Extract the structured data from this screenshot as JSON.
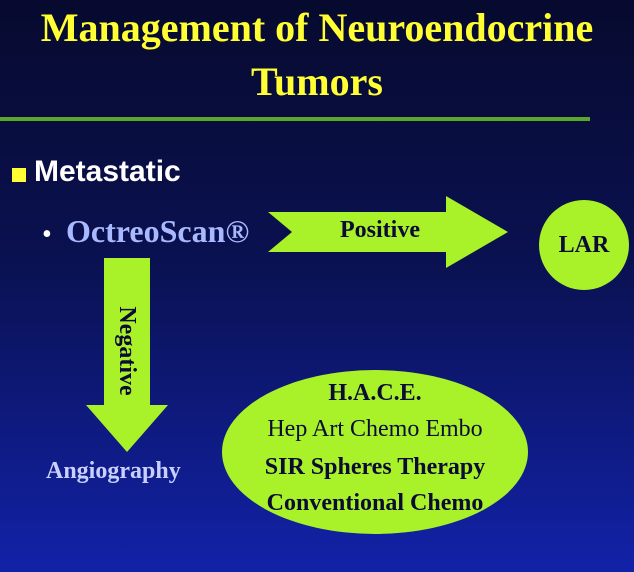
{
  "title": {
    "line1": "Management of Neuroendocrine",
    "line2": "Tumors"
  },
  "bullet": {
    "label": "Metastatic",
    "sub_marker": "•",
    "sub_label": "OctreoScan®"
  },
  "flow": {
    "positive_label": "Positive",
    "positive_target": "LAR",
    "negative_label": "Negative",
    "negative_target": "Angiography"
  },
  "hace": {
    "lines": [
      "H.A.C.E.",
      "Hep Art Chemo Embo",
      "SIR Spheres Therapy",
      "Conventional Chemo"
    ]
  },
  "colors": {
    "title": "#ffff33",
    "arrow_fill": "#a9f22a",
    "background_top": "#070a2e",
    "background_bottom": "#1222a8",
    "rule": "#5aa82a"
  }
}
